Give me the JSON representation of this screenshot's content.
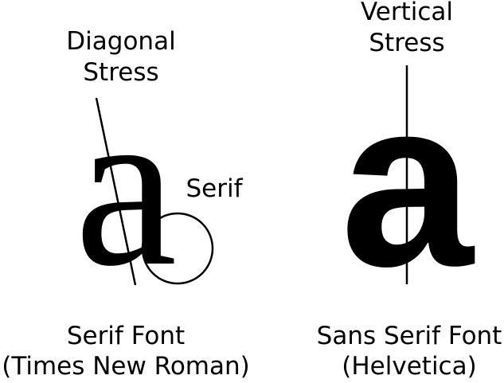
{
  "serif_panel": {
    "stress_label_line1": "Diagonal",
    "stress_label_line2": "Stress",
    "serif_label": "Serif",
    "glyph": "a",
    "caption_line1": "Serif Font",
    "caption_line2": "(Times New Roman)"
  },
  "sans_panel": {
    "stress_label_line1": "Vertical",
    "stress_label_line2": "Stress",
    "glyph": "a",
    "caption_line1": "Sans Serif Font",
    "caption_line2": "(Helvetica)"
  }
}
